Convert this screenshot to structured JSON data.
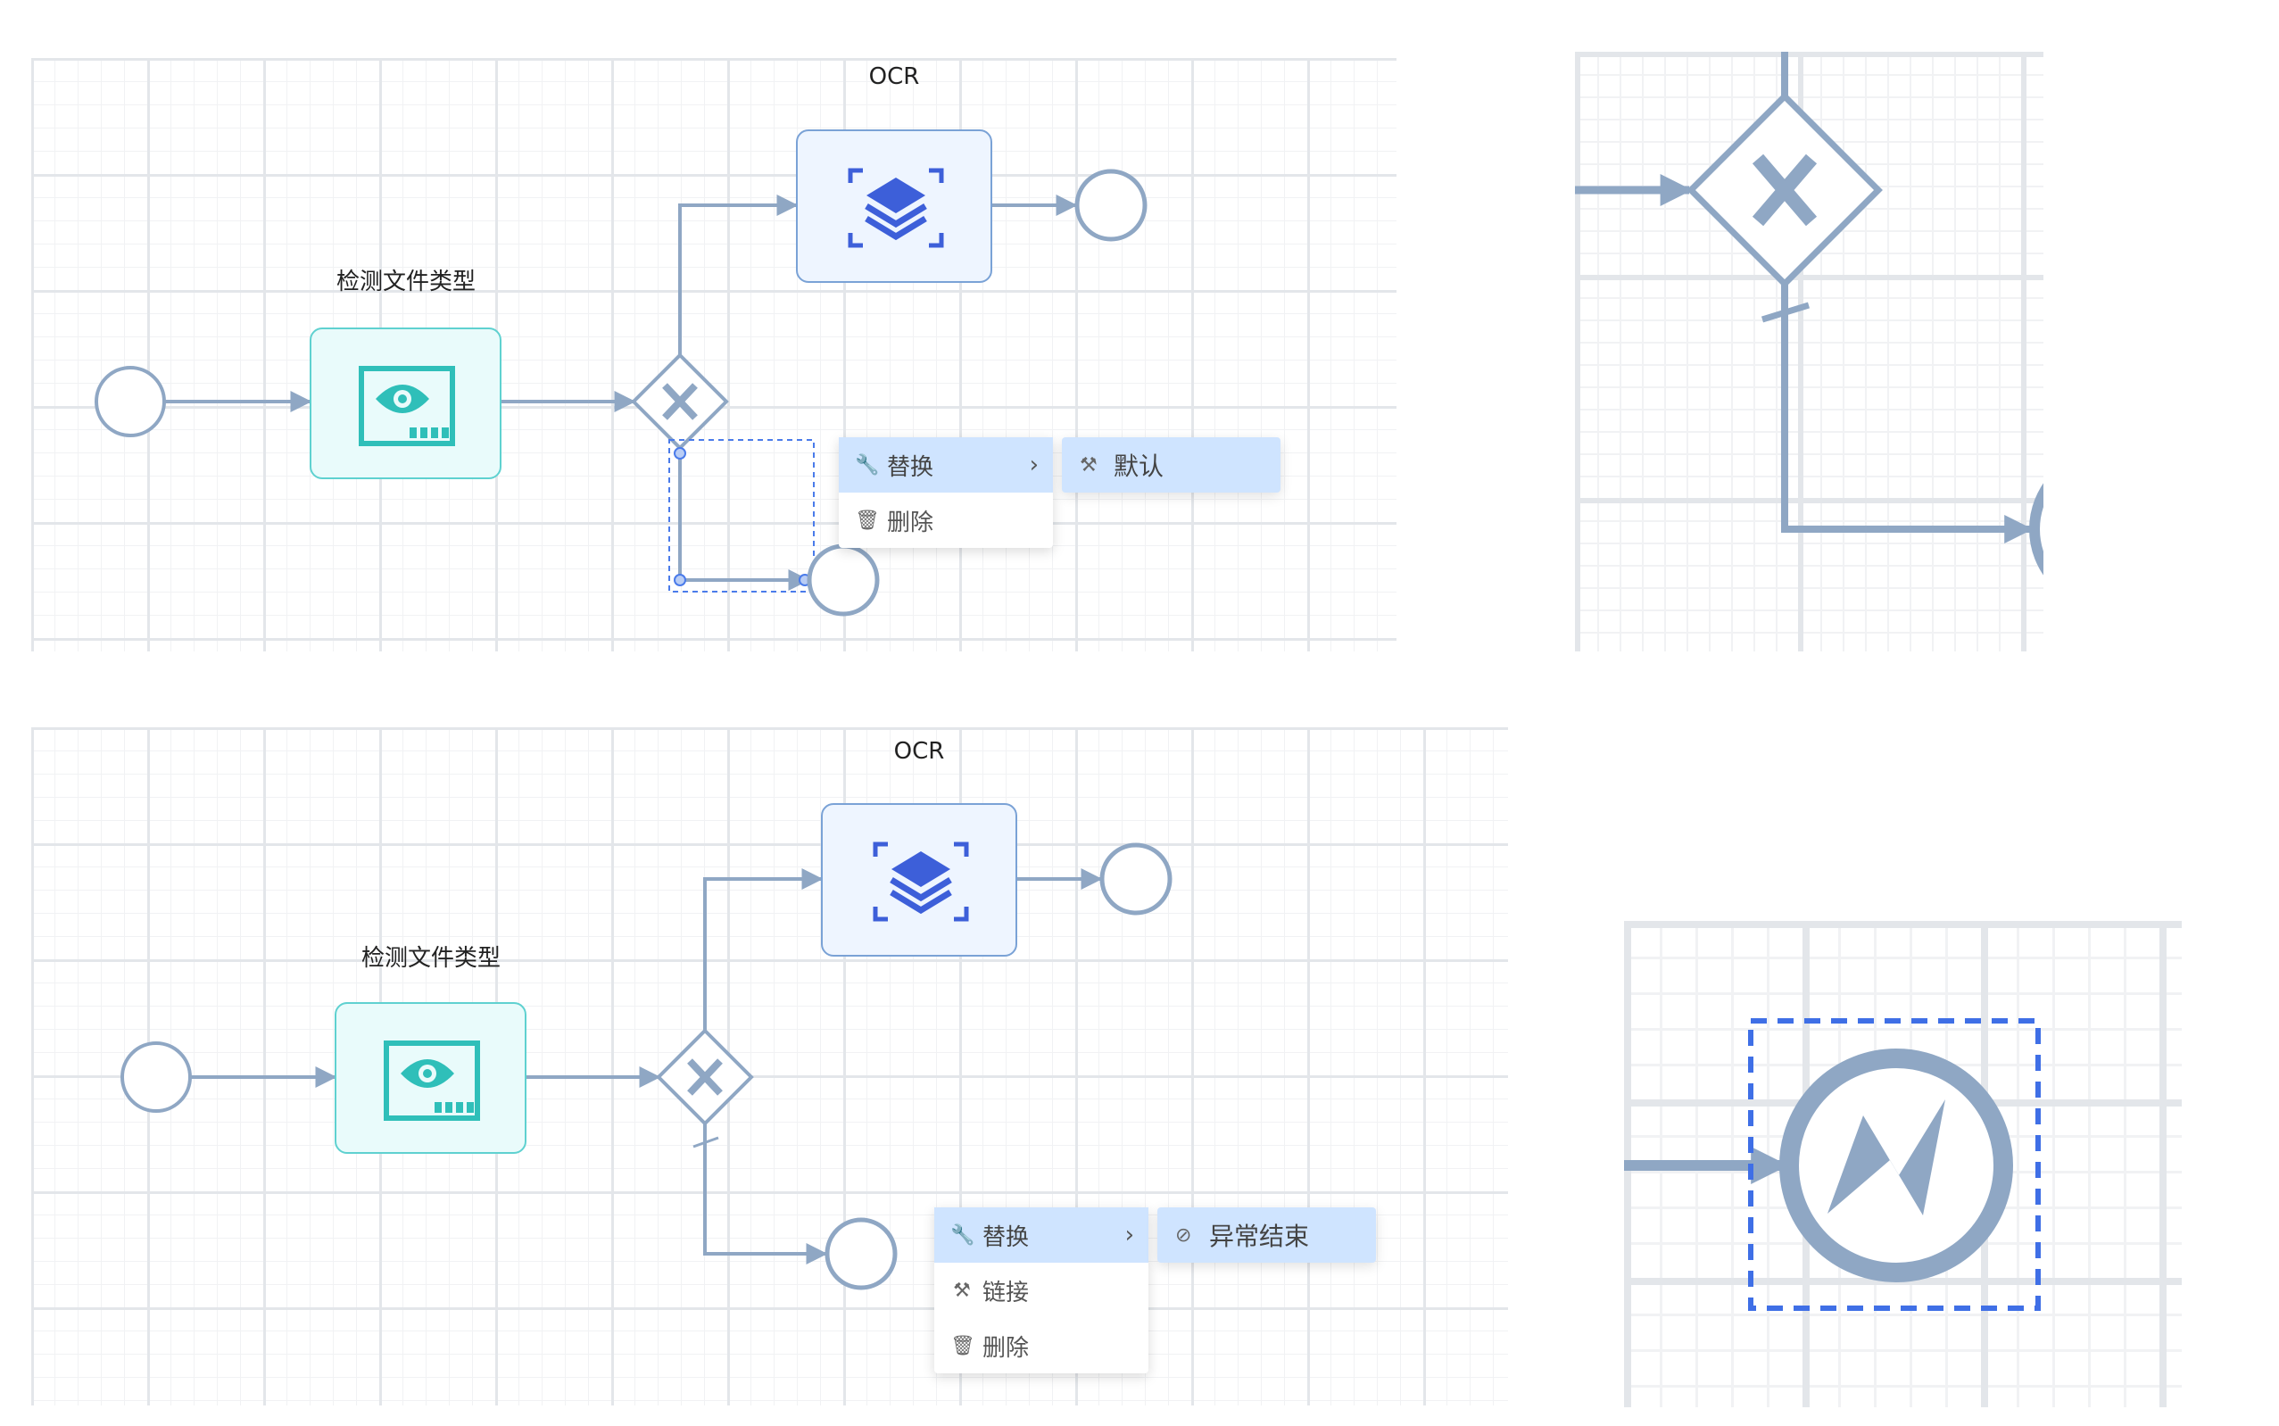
{
  "panel1": {
    "labels": {
      "ocr": "OCR",
      "detect": "检测文件类型"
    },
    "menu": {
      "replace": "替换",
      "delete": "删除",
      "chevron": "›"
    },
    "submenu": {
      "default": "默认"
    }
  },
  "panel2": {
    "labels": {
      "ocr": "OCR",
      "detect": "检测文件类型"
    },
    "menu": {
      "replace": "替换",
      "link": "链接",
      "delete": "删除",
      "chevron": "›"
    },
    "submenu": {
      "error_end": "异常结束"
    }
  },
  "zoom1": {
    "gateway_symbol": "X"
  },
  "colors": {
    "edge": "#8fa7c4",
    "selection": "#4a7bea",
    "detect_icon": "#2fbfb9",
    "ocr_icon": "#3d5fd9",
    "menu_active": "#cfe4ff"
  },
  "icons": {
    "replace": "wrench-icon",
    "delete": "trash-icon",
    "default": "default-flow-icon",
    "link": "link-icon",
    "error_end": "error-end-icon"
  }
}
